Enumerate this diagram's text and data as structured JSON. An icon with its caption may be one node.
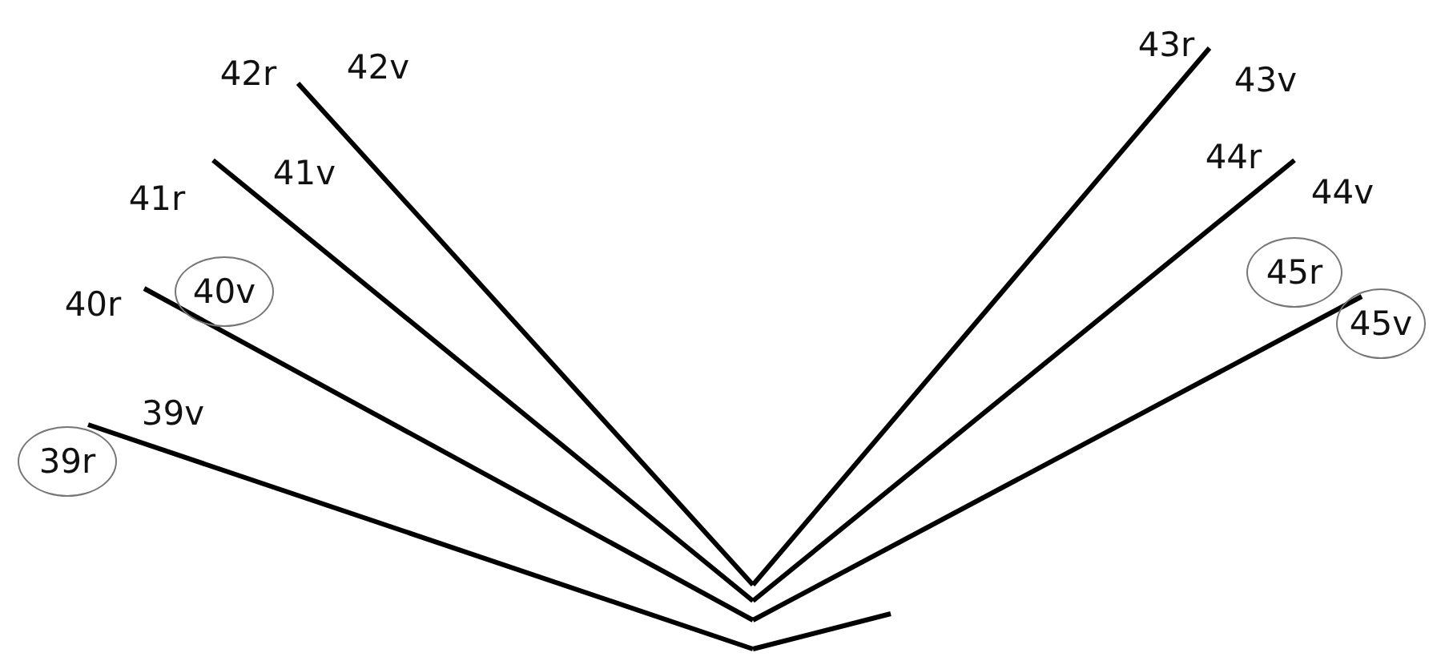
{
  "diagram": {
    "nodes": [
      {
        "text": [
          "40v"
        ]
      },
      {
        "text": [
          "45r"
        ]
      },
      {
        "text": [
          "45v"
        ]
      },
      {
        "text": [
          "39r"
        ]
      }
    ],
    "labels": [
      "43r",
      "42v",
      "42r",
      "43v",
      "44r",
      "41v",
      "41r",
      "44v",
      "40r",
      "39v"
    ]
  }
}
